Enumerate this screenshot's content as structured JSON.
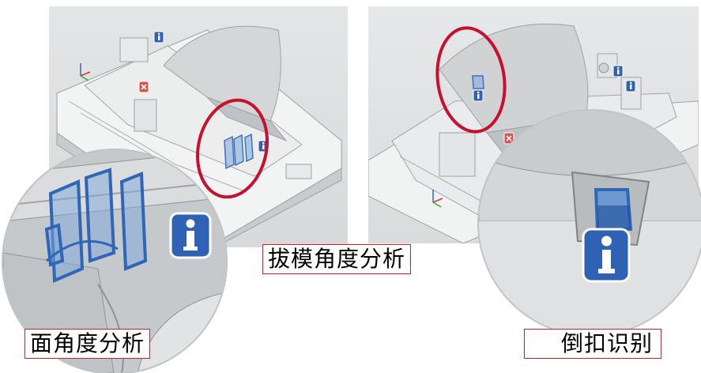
{
  "captions": {
    "center": "拔模角度分析",
    "left": "面角度分析",
    "right": "倒扣识别"
  },
  "colors": {
    "highlight_circle": "#c8102e",
    "caption_border": "#d81f26",
    "selection_blue": "#4a7fc1",
    "info_icon": "#2f62b4",
    "error_icon": "#d9534f"
  },
  "icons": [
    "info-icon",
    "error-icon",
    "axis-triad-icon"
  ]
}
